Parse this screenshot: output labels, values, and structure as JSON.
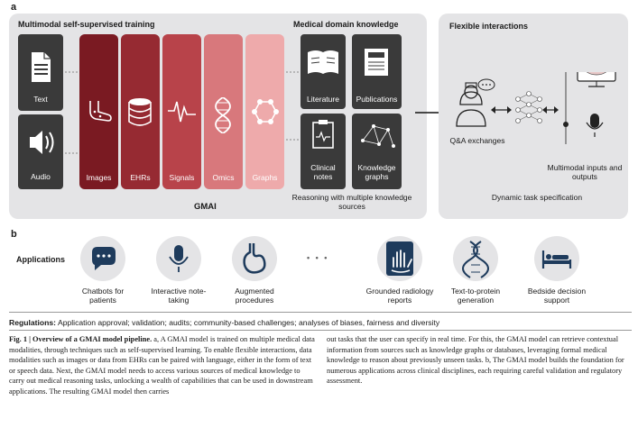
{
  "panel_a": {
    "tag": "a",
    "training_title": "Multimodal self-supervised training",
    "text_label": "Text",
    "audio_label": "Audio",
    "modalities": [
      "Images",
      "EHRs",
      "Signals",
      "Omics",
      "Graphs"
    ],
    "gmai_label": "GMAI",
    "knowledge_title": "Medical domain knowledge",
    "knowledge_items": [
      "Literature",
      "Publications",
      "Clinical notes",
      "Knowledge graphs"
    ],
    "reasoning_caption": "Reasoning with multiple knowledge sources",
    "flex_title": "Flexible interactions",
    "qa_label": "Q&A exchanges",
    "multimodal_io_label": "Multimodal inputs and outputs",
    "dynamic_label": "Dynamic task specification",
    "colors": {
      "modality_1": "#7a1a22",
      "modality_2": "#962a32",
      "modality_3": "#b8434a",
      "modality_4": "#d8787c",
      "modality_5": "#eeaaab",
      "dark_tile": "#3a3a3a",
      "panel": "#e4e4e6"
    }
  },
  "panel_b": {
    "tag": "b",
    "applications_label": "Applications",
    "apps": [
      {
        "label": "Chatbots for patients",
        "icon": "chat-bubble-icon"
      },
      {
        "label": "Interactive note-taking",
        "icon": "microphone-icon"
      },
      {
        "label": "Augmented procedures",
        "icon": "stomach-icon"
      },
      {
        "label": "Grounded radiology reports",
        "icon": "hand-xray-icon"
      },
      {
        "label": "Text-to-protein generation",
        "icon": "dna-icon"
      },
      {
        "label": "Bedside decision support",
        "icon": "bed-icon"
      }
    ],
    "ellipsis": "• • •",
    "regulations_label": "Regulations:",
    "regulations_text": "Application approval; validation; audits; community-based challenges; analyses of biases, fairness and diversity"
  },
  "caption": {
    "fig_label": "Fig. 1 | Overview of a GMAI model pipeline.",
    "col1": "a, A GMAI model is trained on multiple medical data modalities, through techniques such as self-supervised learning. To enable flexible interactions, data modalities such as images or data from EHRs can be paired with language, either in the form of text or speech data. Next, the GMAI model needs to access various sources of medical knowledge to carry out medical reasoning tasks, unlocking a wealth of capabilities that can be used in downstream applications. The resulting GMAI model then carries",
    "col2": "out tasks that the user can specify in real time. For this, the GMAI model can retrieve contextual information from sources such as knowledge graphs or databases, leveraging formal medical knowledge to reason about previously unseen tasks. b, The GMAI model builds the foundation for numerous applications across clinical disciplines, each requiring careful validation and regulatory assessment."
  }
}
